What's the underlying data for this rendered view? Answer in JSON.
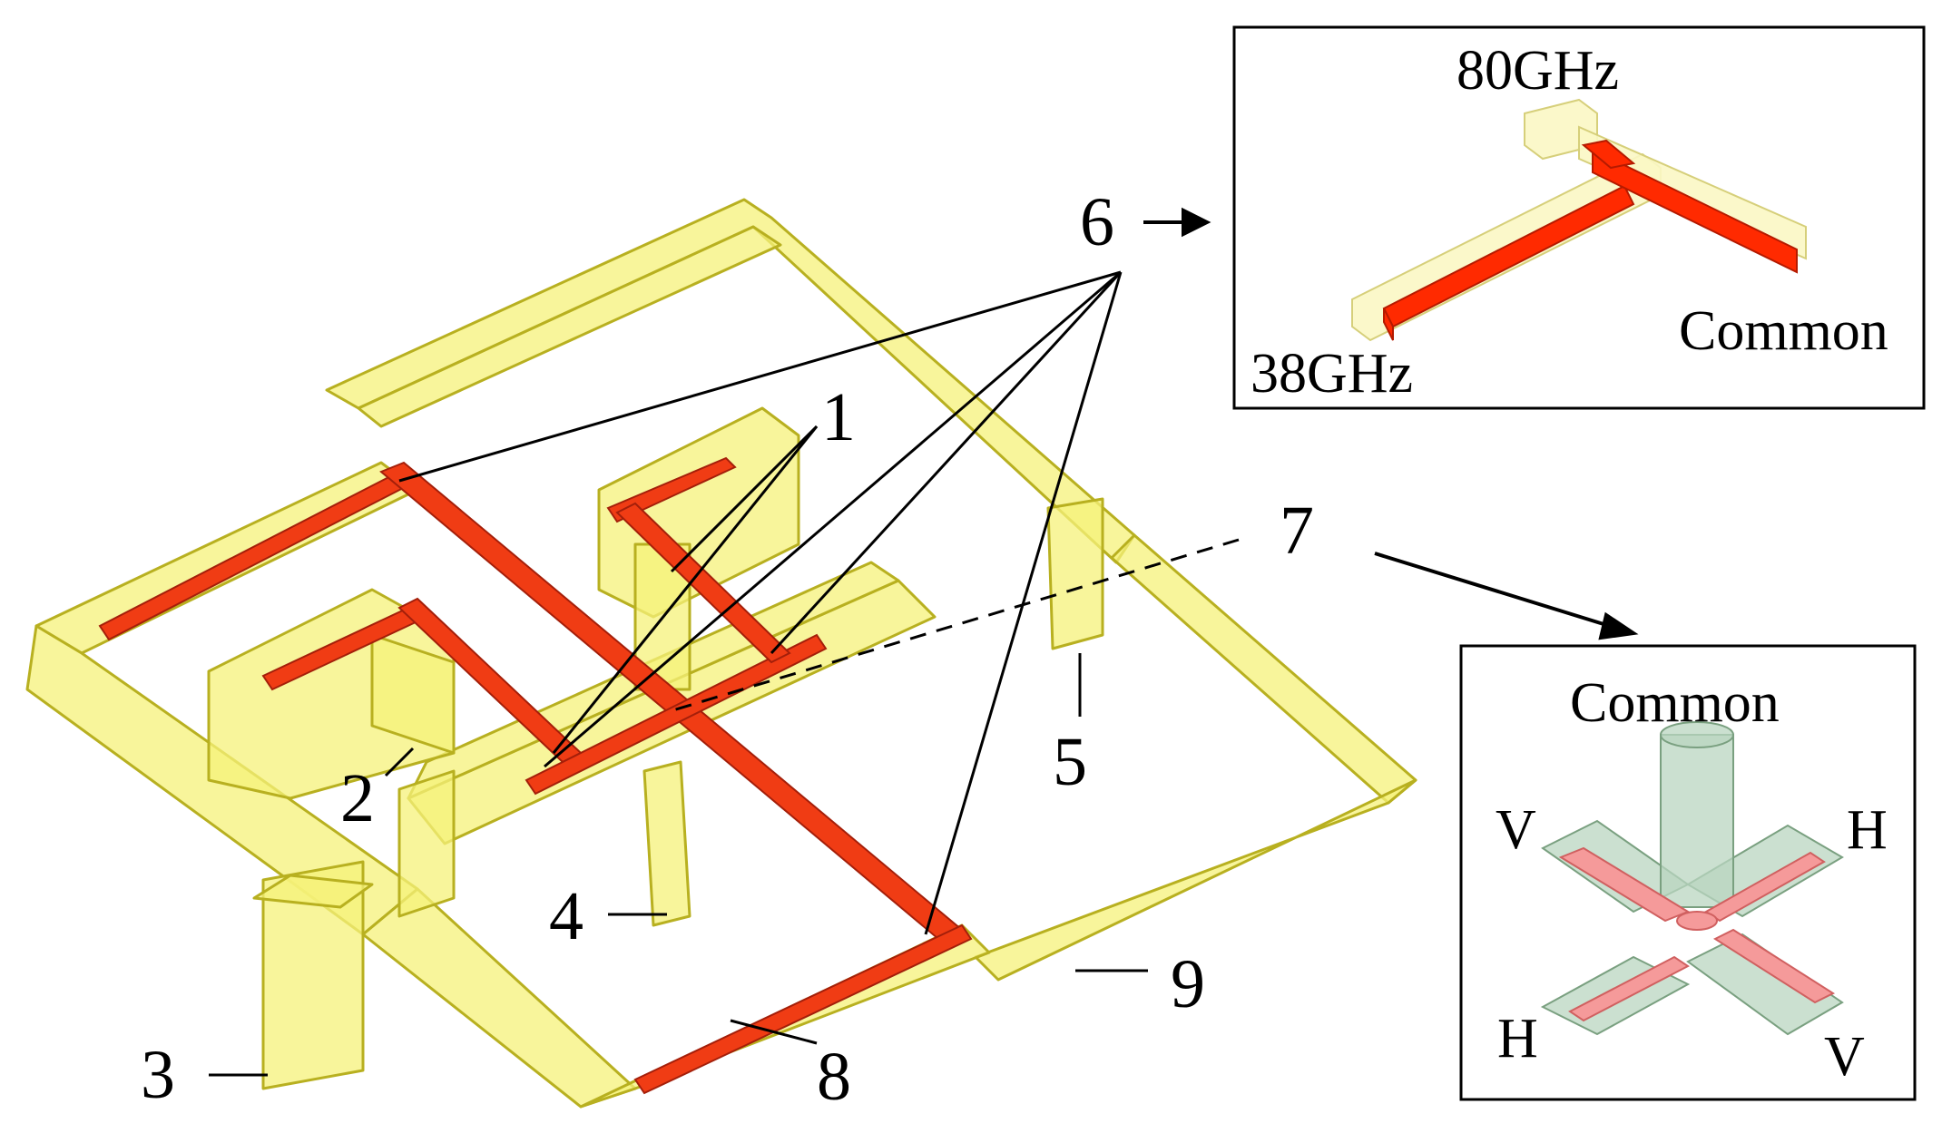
{
  "labels": {
    "n1": "1",
    "n2": "2",
    "n3": "3",
    "n4": "4",
    "n5": "5",
    "n6": "6",
    "n7": "7",
    "n8": "8",
    "n9": "9"
  },
  "inset_diplexer": {
    "top": "80GHz",
    "left": "38GHz",
    "right": "Common"
  },
  "inset_omt": {
    "top": "Common",
    "top_left": "V",
    "top_right": "H",
    "bottom_left": "H",
    "bottom_right": "V"
  },
  "colors": {
    "waveguide_fill": "#f6f27a",
    "waveguide_stroke": "#b8b020",
    "filter_red": "#f03c14",
    "omt_green": "#b9d6c0",
    "omt_red": "#f59a9a"
  }
}
